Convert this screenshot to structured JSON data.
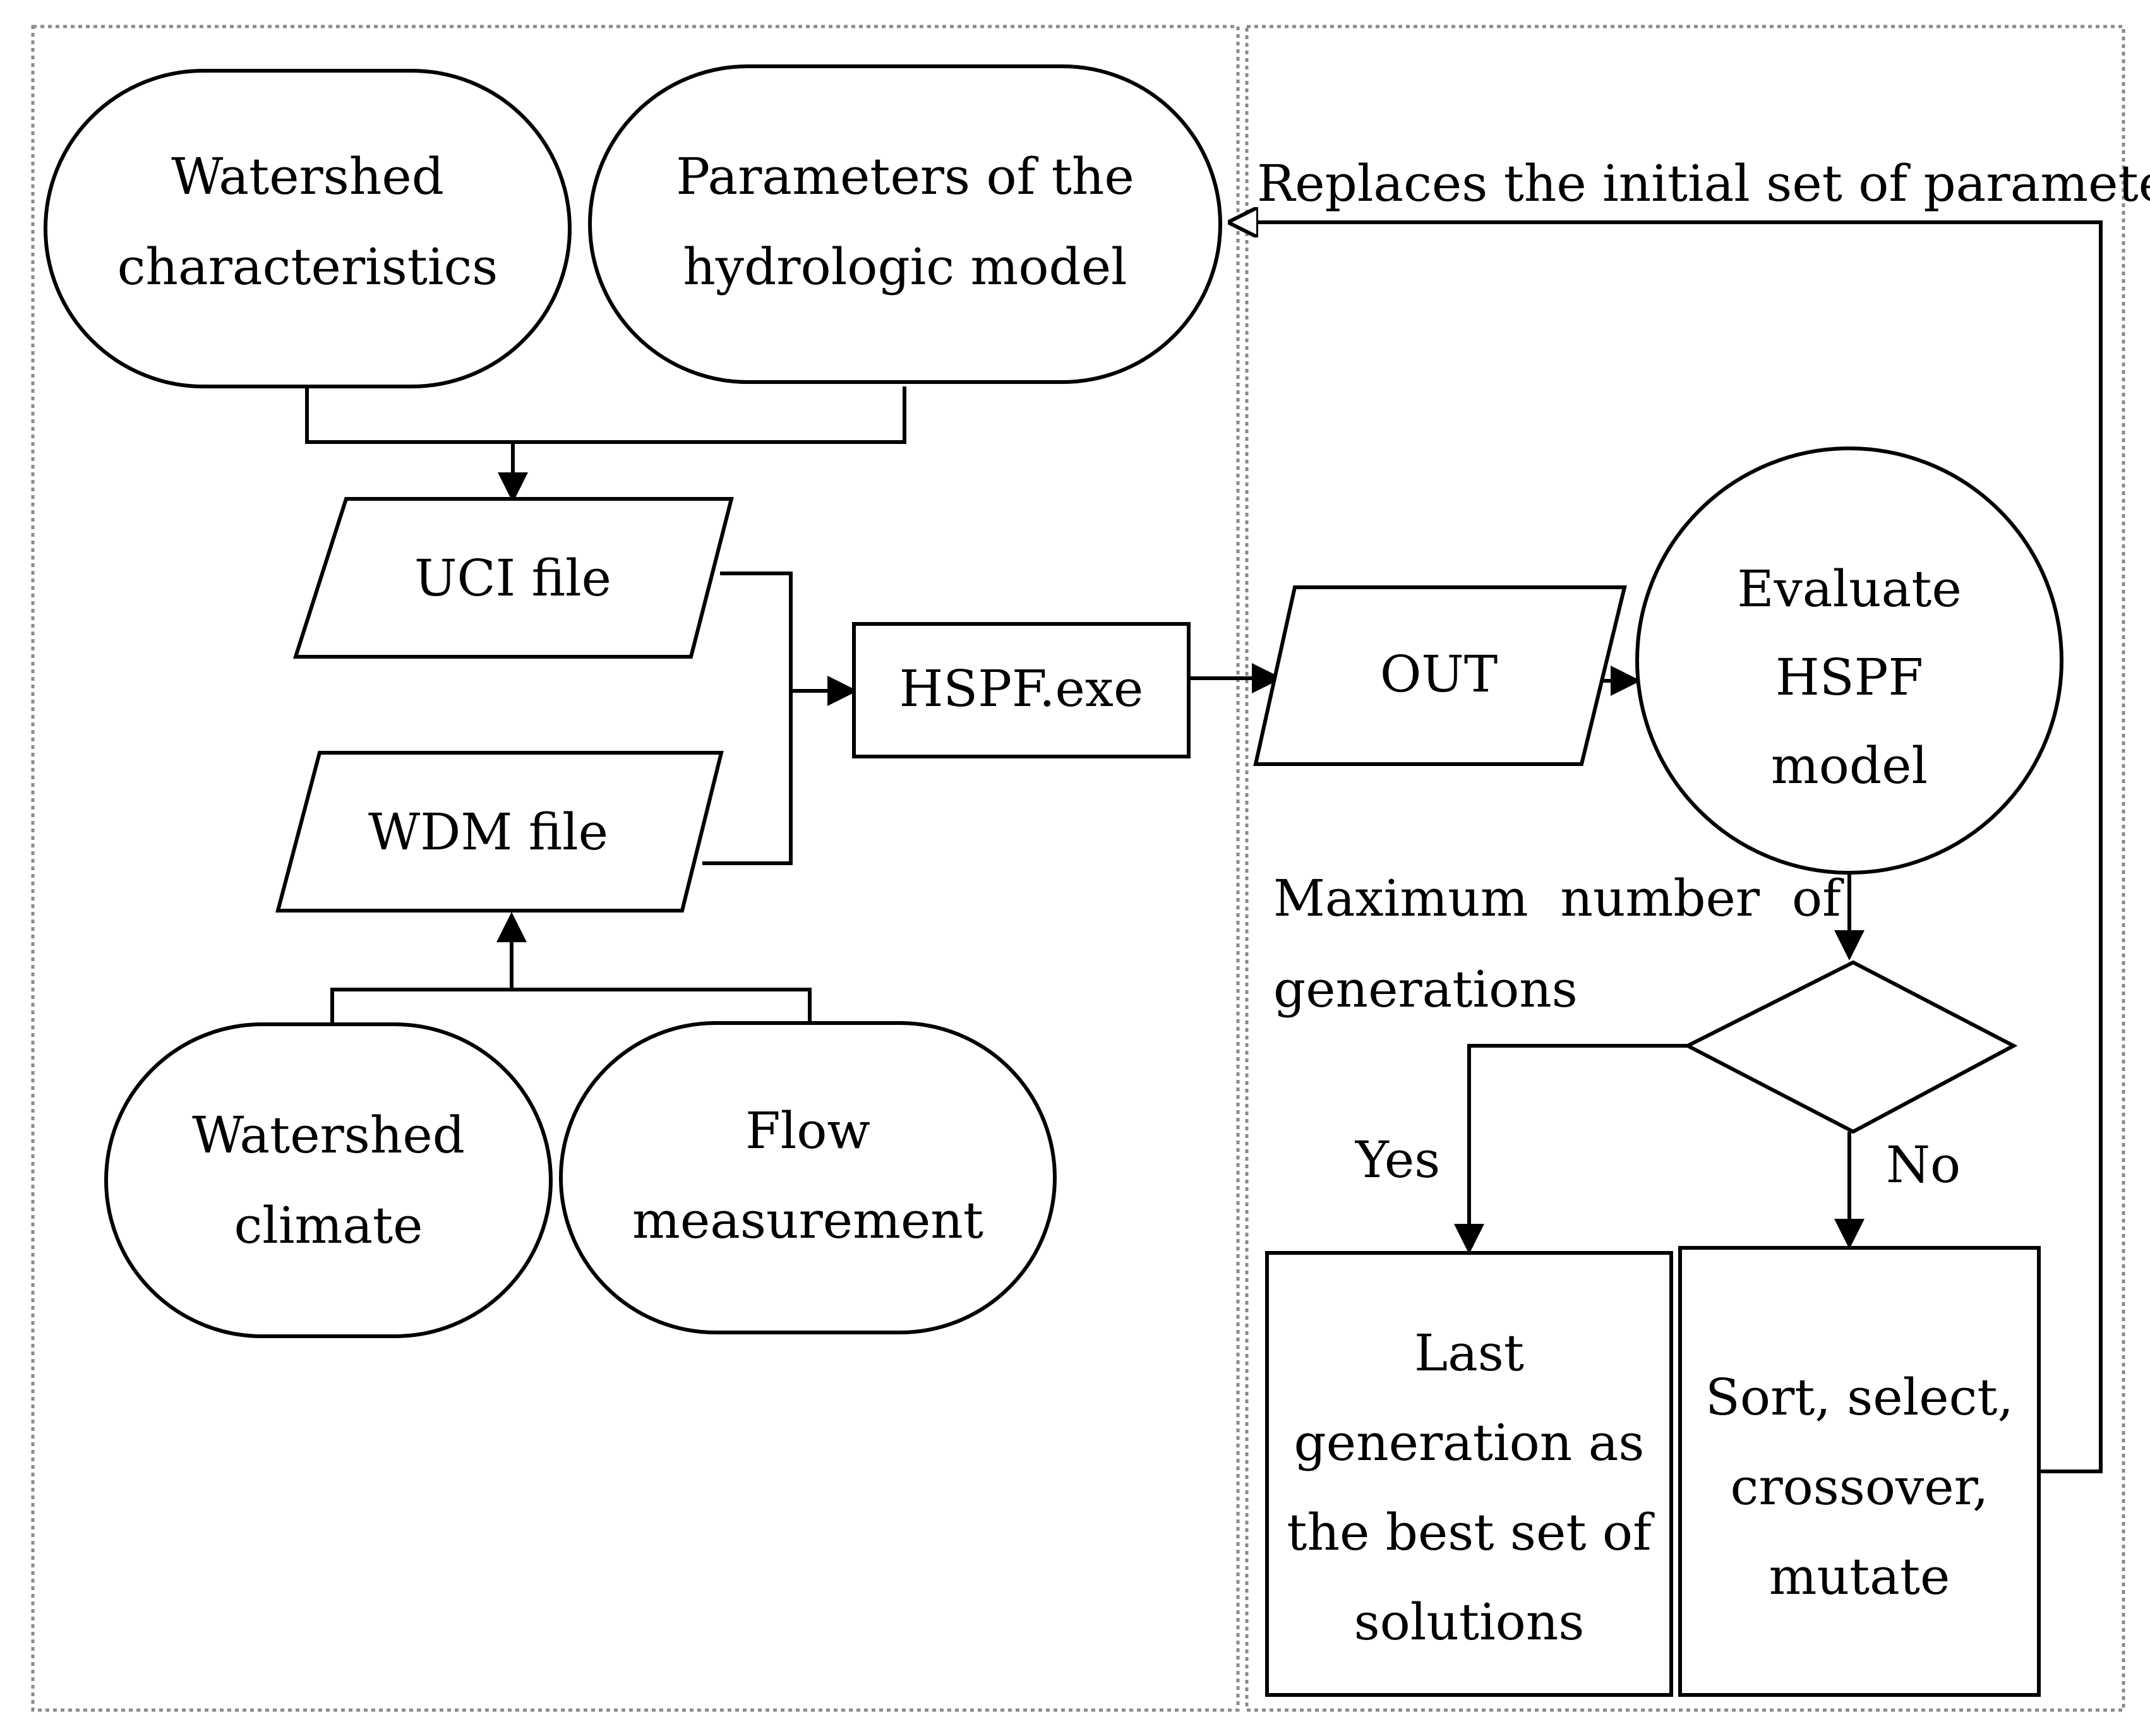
{
  "nodes": {
    "watershed_characteristics": [
      "Watershed",
      "characteristics"
    ],
    "parameters": [
      "Parameters of the",
      "hydrologic model"
    ],
    "uci_file": "UCI file",
    "wdm_file": "WDM file",
    "watershed_climate": [
      "Watershed",
      "climate"
    ],
    "flow_measurement": [
      "Flow",
      "measurement"
    ],
    "hspf_exe": "HSPF.exe",
    "out": "OUT",
    "evaluate": [
      "Evaluate",
      "HSPF",
      "model"
    ],
    "last_generation": [
      "Last",
      "generation as",
      "the best set of",
      "solutions"
    ],
    "sort_select": [
      "Sort, select,",
      "crossover,",
      "mutate"
    ]
  },
  "labels": {
    "replaces": "Replaces the initial set of parameters",
    "max_generations": [
      "Maximum  number  of",
      "generations"
    ],
    "yes": "Yes",
    "no": "No"
  },
  "colors": {
    "stroke": "#000000",
    "frame": "#8a8a8a",
    "background": "#ffffff"
  }
}
